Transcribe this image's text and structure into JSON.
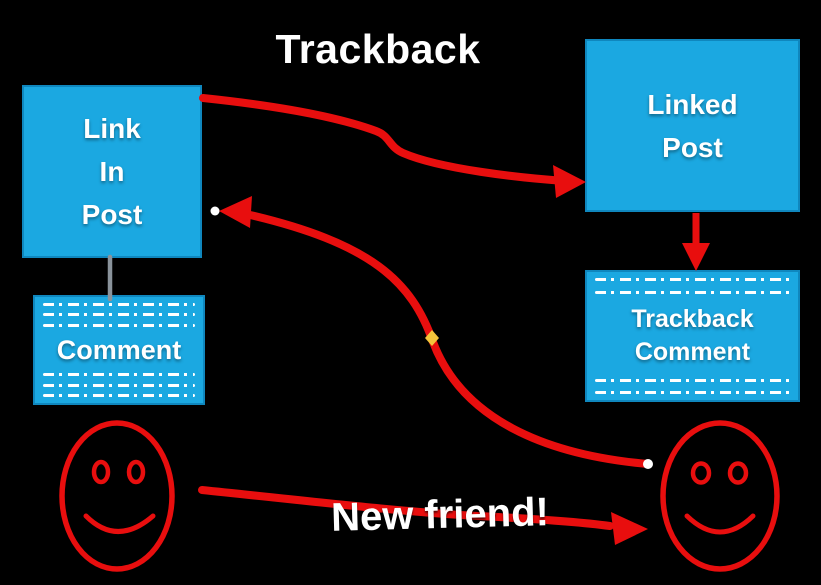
{
  "title": "Trackback",
  "boxes": {
    "link_in_post": {
      "lines": [
        "Link",
        "In",
        "Post"
      ]
    },
    "linked_post": {
      "lines": [
        "Linked",
        "Post"
      ]
    },
    "comment": {
      "label": "Comment"
    },
    "trackback_comment": {
      "lines": [
        "Trackback",
        "Comment"
      ]
    }
  },
  "annotations": {
    "new_friend": "New friend!"
  },
  "colors": {
    "background": "#000000",
    "box_fill": "#1BA8E1",
    "box_border": "#0F87BE",
    "arrow_red": "#E80E0E",
    "text_white": "#FFFFFF",
    "connector_gray": "#8A939B",
    "marker_yellow": "#F3C43B",
    "marker_white": "#FFFFFF"
  },
  "icons": {
    "left_face": "smiley-face-icon",
    "right_face": "smiley-face-icon",
    "curve_midpoint": "diamond-marker-icon",
    "curve_endpoints": "dot-marker-icon"
  }
}
